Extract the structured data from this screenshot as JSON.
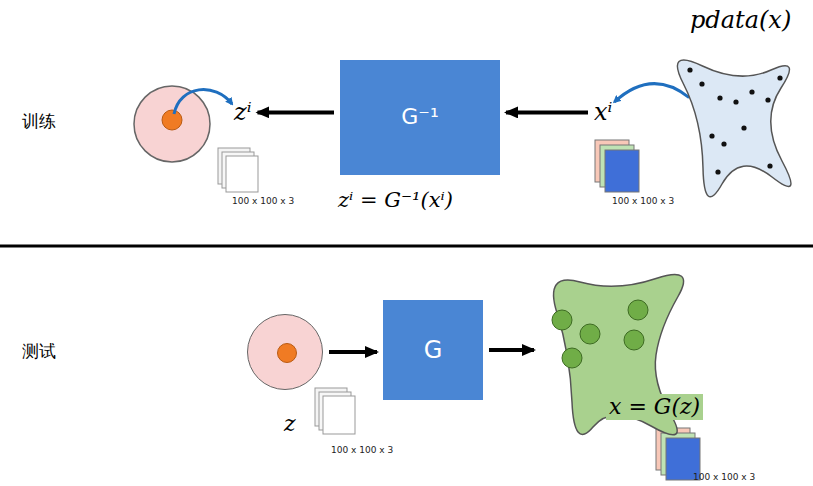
{
  "diagram": {
    "nodes": [
      {
        "text": [
          "zⁱ"
        ]
      },
      {
        "text": [
          "G⁻¹"
        ]
      },
      {
        "text": [
          "xⁱ"
        ]
      },
      {
        "text": [
          "pdata(x)"
        ]
      },
      {
        "text": [
          "z"
        ]
      },
      {
        "text": [
          "G"
        ]
      },
      {
        "text": [
          "x = G(z)"
        ]
      }
    ],
    "edges": [
      {
        "from": 2,
        "to": 1,
        "arrow": "to"
      },
      {
        "from": 1,
        "to": 0,
        "arrow": "to"
      },
      {
        "from": 3,
        "to": 2,
        "arrow": "to"
      },
      {
        "from": 4,
        "to": 5,
        "arrow": "to"
      },
      {
        "from": 5,
        "to": 6,
        "arrow": "to"
      }
    ],
    "labels": [
      "训练",
      "测试",
      "zⁱ = G⁻¹(xⁱ)",
      "100 x 100 x 3",
      "100 x 100 x 3",
      "100 x 100 x 3",
      "100 x 100 x 3"
    ]
  }
}
